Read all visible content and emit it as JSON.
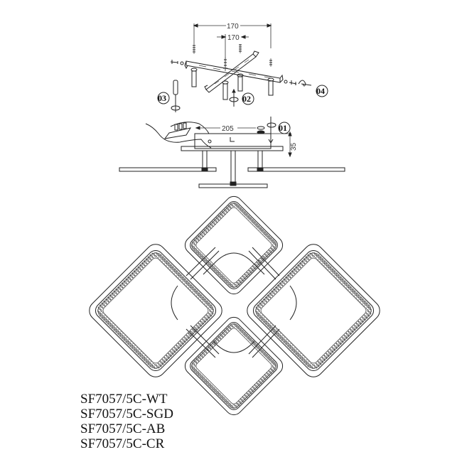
{
  "diagram": {
    "type": "technical-installation-drawing",
    "subject": "LED ceiling light with four square rings",
    "dimensions": {
      "outer_screw_spacing": "170",
      "inner_screw_spacing": "170",
      "canopy_width": "205",
      "canopy_height": "35"
    },
    "steps": [
      {
        "id": "step-01",
        "label": "01"
      },
      {
        "id": "step-02",
        "label": "02"
      },
      {
        "id": "step-03",
        "label": "03"
      },
      {
        "id": "step-04",
        "label": "04"
      }
    ],
    "model_numbers": [
      "SF7057/5C-WT",
      "SF7057/5C-SGD",
      "SF7057/5C-AB",
      "SF7057/5C-CR"
    ],
    "colors": {
      "line": "#222222",
      "background": "#ffffff"
    }
  }
}
